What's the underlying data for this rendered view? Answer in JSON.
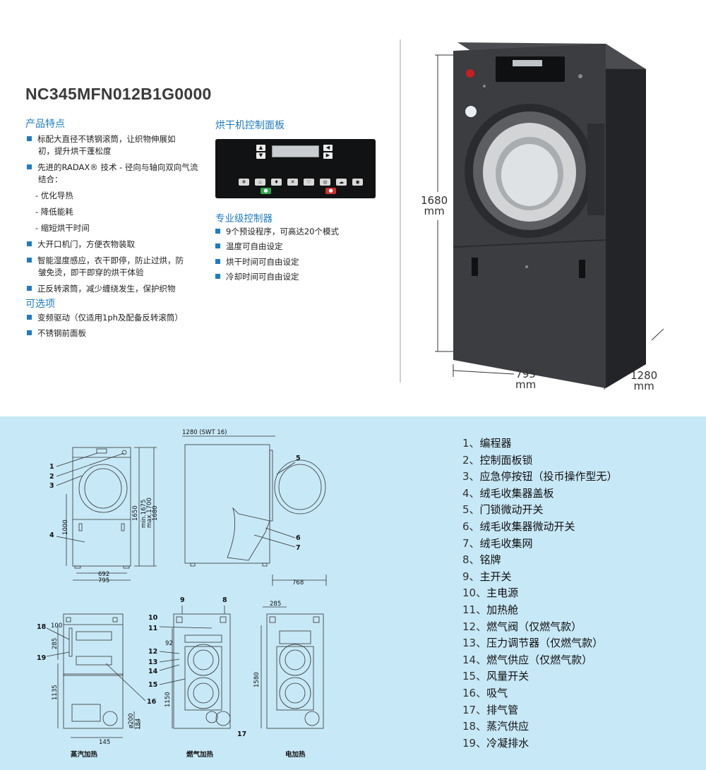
{
  "model": "NC345MFN012B1G0000",
  "features": {
    "title": "产品特点",
    "items": [
      {
        "type": "bullet",
        "lines": [
          "标配大直径不锈钢滚筒，让织物伸展如",
          "初，提升烘干蓬松度"
        ]
      },
      {
        "type": "bullet",
        "lines": [
          "先进的RADAX® 技术 - 径向与轴向双向气流",
          "结合："
        ]
      },
      {
        "type": "sub",
        "lines": [
          "- 优化导热"
        ]
      },
      {
        "type": "sub",
        "lines": [
          "- 降低能耗"
        ]
      },
      {
        "type": "sub",
        "lines": [
          "- 缩短烘干时间"
        ]
      },
      {
        "type": "bullet",
        "lines": [
          "大开口机门，方便衣物装取"
        ]
      },
      {
        "type": "bullet",
        "lines": [
          "智能湿度感应，衣干即停，防止过烘，防",
          "皱免烫，即干即穿的烘干体验"
        ]
      },
      {
        "type": "bullet",
        "lines": [
          "正反转滚筒，减少缠绕发生，保护织物"
        ]
      }
    ]
  },
  "options": {
    "title": "可选项",
    "items": [
      "变频驱动（仅适用1ph及配备反转滚筒）",
      "不锈钢前面板"
    ]
  },
  "control_panel": {
    "title": "烘干机控制面板"
  },
  "controller": {
    "title": "专业级控制器",
    "items": [
      "9个预设程序，可高达20个模式",
      "温度可自由设定",
      "烘干时间可自由设定",
      "冷却时间可自由设定"
    ]
  },
  "dimensions": {
    "height": "1680",
    "width": "795",
    "depth": "1280",
    "unit": "mm"
  },
  "drawing": {
    "front": {
      "h1": "1650",
      "h2": "min.1675",
      "h3": "max.1700",
      "h4": "1680",
      "h5": "1000",
      "w1": "692",
      "w2": "795"
    },
    "side": {
      "top": "1280 (SWT 16)",
      "depth": "768"
    },
    "back1": {
      "d1": "100",
      "d2": "285",
      "d3": "1135",
      "d4": "145",
      "d5": "ø200",
      "d6": "184",
      "caption": "蒸汽加热"
    },
    "back2": {
      "d1": "92",
      "d2": "1150",
      "caption": "燃气加热"
    },
    "back3": {
      "d1": "285",
      "d2": "1580",
      "caption": "电加热"
    },
    "callouts": [
      "1",
      "2",
      "3",
      "4",
      "5",
      "6",
      "7",
      "8",
      "9",
      "10",
      "11",
      "12",
      "13",
      "14",
      "15",
      "16",
      "17",
      "18",
      "19"
    ]
  },
  "legend": [
    {
      "num": "1、",
      "text": "编程器"
    },
    {
      "num": "2、",
      "text": "控制面板锁"
    },
    {
      "num": "3、",
      "text": "应急停按钮（投币操作型无）"
    },
    {
      "num": "4、",
      "text": "绒毛收集器盖板"
    },
    {
      "num": "5、",
      "text": "门锁微动开关"
    },
    {
      "num": "6、",
      "text": "绒毛收集器微动开关"
    },
    {
      "num": "7、",
      "text": "绒毛收集网"
    },
    {
      "num": "8、",
      "text": "铭牌"
    },
    {
      "num": "9、",
      "text": "主开关"
    },
    {
      "num": "10、",
      "text": "主电源"
    },
    {
      "num": "11、",
      "text": "加热舱"
    },
    {
      "num": "12、",
      "text": "燃气阀（仅燃气款）"
    },
    {
      "num": "13、",
      "text": "压力调节器（仅燃气款）"
    },
    {
      "num": "14、",
      "text": "燃气供应（仅燃气款）"
    },
    {
      "num": "15、",
      "text": "风量开关"
    },
    {
      "num": "16、",
      "text": "吸气"
    },
    {
      "num": "17、",
      "text": "排气管"
    },
    {
      "num": "18、",
      "text": "蒸汽供应"
    },
    {
      "num": "19、",
      "text": "冷凝排水"
    }
  ],
  "colors": {
    "accent": "#1e7cc0",
    "bottom_bg": "#c7e8f7",
    "machine": "#3b3d41"
  }
}
